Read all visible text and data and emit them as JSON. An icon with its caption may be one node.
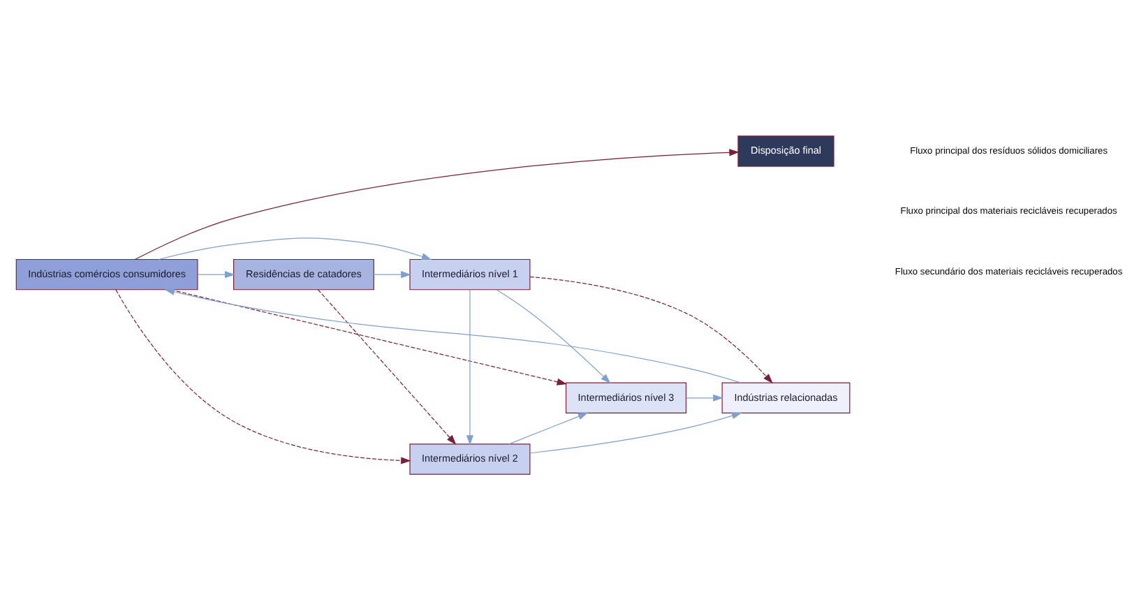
{
  "diagram": {
    "nodes": [
      {
        "text": [
          "Indústrias comércios consumidores"
        ]
      },
      {
        "text": [
          "Residências de catadores"
        ]
      },
      {
        "text": [
          "Intermediários nível 2"
        ]
      },
      {
        "text": [
          "Intermediários nível 3"
        ]
      },
      {
        "text": [
          "Indústrias relacionadas"
        ]
      },
      {
        "text": [
          "Intermediários nível 1"
        ]
      },
      {
        "text": [
          "Disposição final"
        ]
      }
    ],
    "edges": [
      {
        "from": 4,
        "to": 0,
        "arrow": "to"
      },
      {
        "from": 0,
        "to": 2,
        "arrow": "to",
        "style": "dashed",
        "color": "#7a1f3a"
      },
      {
        "from": 0,
        "to": 1,
        "arrow": "to"
      },
      {
        "from": 1,
        "to": 2,
        "arrow": "to",
        "style": "dashed",
        "color": "#7a1f3a"
      },
      {
        "from": 2,
        "to": 4,
        "arrow": "to"
      },
      {
        "from": 2,
        "to": 3,
        "arrow": "to"
      },
      {
        "from": 3,
        "to": 4,
        "arrow": "to"
      },
      {
        "from": 1,
        "to": 5,
        "arrow": "to"
      },
      {
        "from": 0,
        "to": 5,
        "arrow": "to"
      },
      {
        "from": 5,
        "to": 2,
        "arrow": "to"
      },
      {
        "from": 5,
        "to": 3,
        "arrow": "to"
      },
      {
        "from": 5,
        "to": 4,
        "arrow": "to",
        "style": "dashed",
        "color": "#7a1f3a"
      },
      {
        "from": 0,
        "to": 3,
        "arrow": "to",
        "style": "dashed",
        "color": "#7a1f3a"
      },
      {
        "from": 0,
        "to": 6,
        "arrow": "to",
        "color": "#7a1f3a"
      }
    ],
    "legend": [
      {
        "text": "Fluxo principal dos resíduos sólidos domiciliares"
      },
      {
        "text": "Fluxo principal dos materiais recicláveis recuperados"
      },
      {
        "text": "Fluxo secundário dos materiais recicláveis recuperados"
      }
    ]
  }
}
